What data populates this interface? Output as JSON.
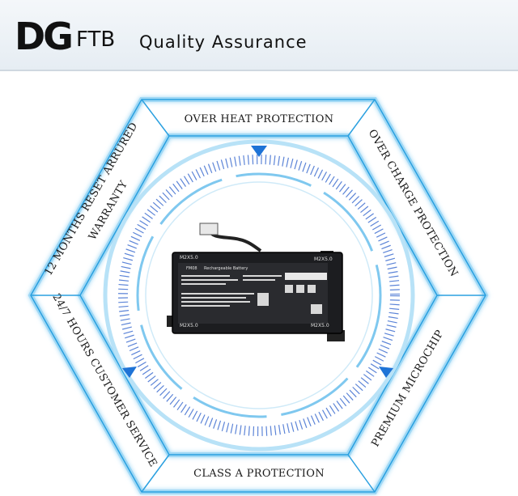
{
  "header": {
    "logo_text": "DG",
    "brand": "FTB",
    "tagline": "Quality Assurance"
  },
  "diagram": {
    "top_label": "OVER HEAT PROTECTION",
    "upper_right_label": "OVER CHARGE PROTECTION",
    "lower_right_label": "PREMIUM MICROCHIP",
    "bottom_label": "CLASS A PROTECTION",
    "lower_left_label": "24/7 HOURS CUSTOMER SERVICE",
    "upper_left_label_line1": "12 MONTHS RESET ARRURED",
    "upper_left_label_line2": "WARRANTY"
  },
  "battery": {
    "corner_top_left": "M2X5.0",
    "corner_top_right": "M2X5.0",
    "corner_bottom_left": "M2X5.0",
    "corner_bottom_right": "M2X5.0",
    "model": "FM08",
    "title": "Rechargeable Battery"
  },
  "colors": {
    "accent": "#1e8fd6",
    "glow": "#9fd8f5",
    "arrow": "#1e73d6"
  }
}
